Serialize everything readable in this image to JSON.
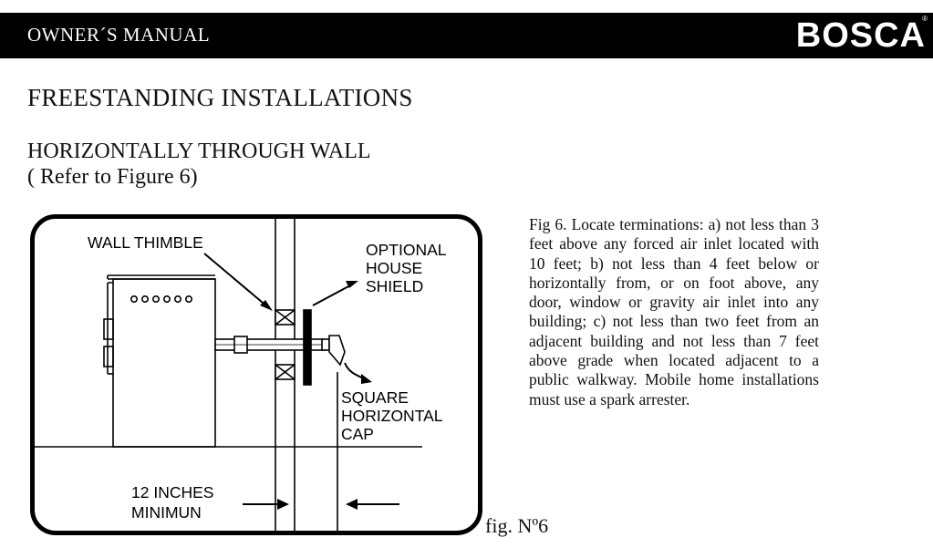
{
  "header": {
    "title": "OWNER´S MANUAL",
    "brand": "BOSCA",
    "brand_mark": "®"
  },
  "page": {
    "section_title": "FREESTANDING INSTALLATIONS",
    "subtitle_line1": "HORIZONTALLY THROUGH WALL",
    "subtitle_line2": "( Refer to Figure 6)",
    "description": "Fig 6. Locate terminations: a) not less than 3 feet above any forced air inlet located with 10 feet; b) not less than 4 feet below or horizontally from, or on foot above, any door, window or gravity air inlet into any building; c) not less than two feet from an adjacent building and not less than 7 feet above grade when located adjacent to a public walkway. Mobile home installations must use a spark arrester.",
    "fig_caption": "fig. Nº6"
  },
  "diagram": {
    "labels": {
      "wall_thimble": "WALL THIMBLE",
      "optional_1": "OPTIONAL",
      "optional_2": "HOUSE",
      "optional_3": "SHIELD",
      "cap_1": "SQUARE",
      "cap_2": "HORIZONTAL",
      "cap_3": "CAP",
      "min_1": "12 INCHES",
      "min_2": "MINIMUN"
    }
  }
}
